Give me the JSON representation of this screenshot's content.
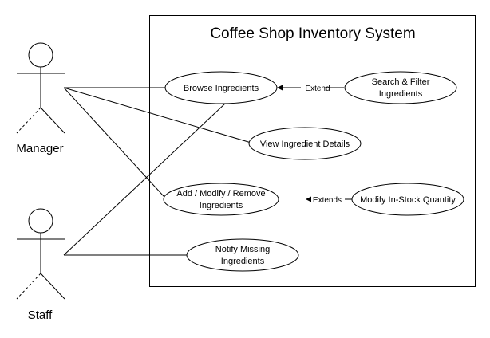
{
  "system": {
    "title": "Coffee Shop Inventory System"
  },
  "actors": {
    "manager": {
      "label": "Manager"
    },
    "staff": {
      "label": "Staff"
    }
  },
  "use_cases": {
    "browse": [
      "Browse Ingredients"
    ],
    "search": [
      "Search & Filter",
      "Ingredients"
    ],
    "view": [
      "View Ingredient Details"
    ],
    "add_modify_remove": [
      "Add / Modify / Remove",
      "Ingredients"
    ],
    "modify_qty": [
      "Modify In-Stock Quantity"
    ],
    "notify": [
      "Notify Missing",
      "Ingredients"
    ]
  },
  "relationships": {
    "search_to_browse": "Extend",
    "qty_to_amr": "Extends"
  }
}
